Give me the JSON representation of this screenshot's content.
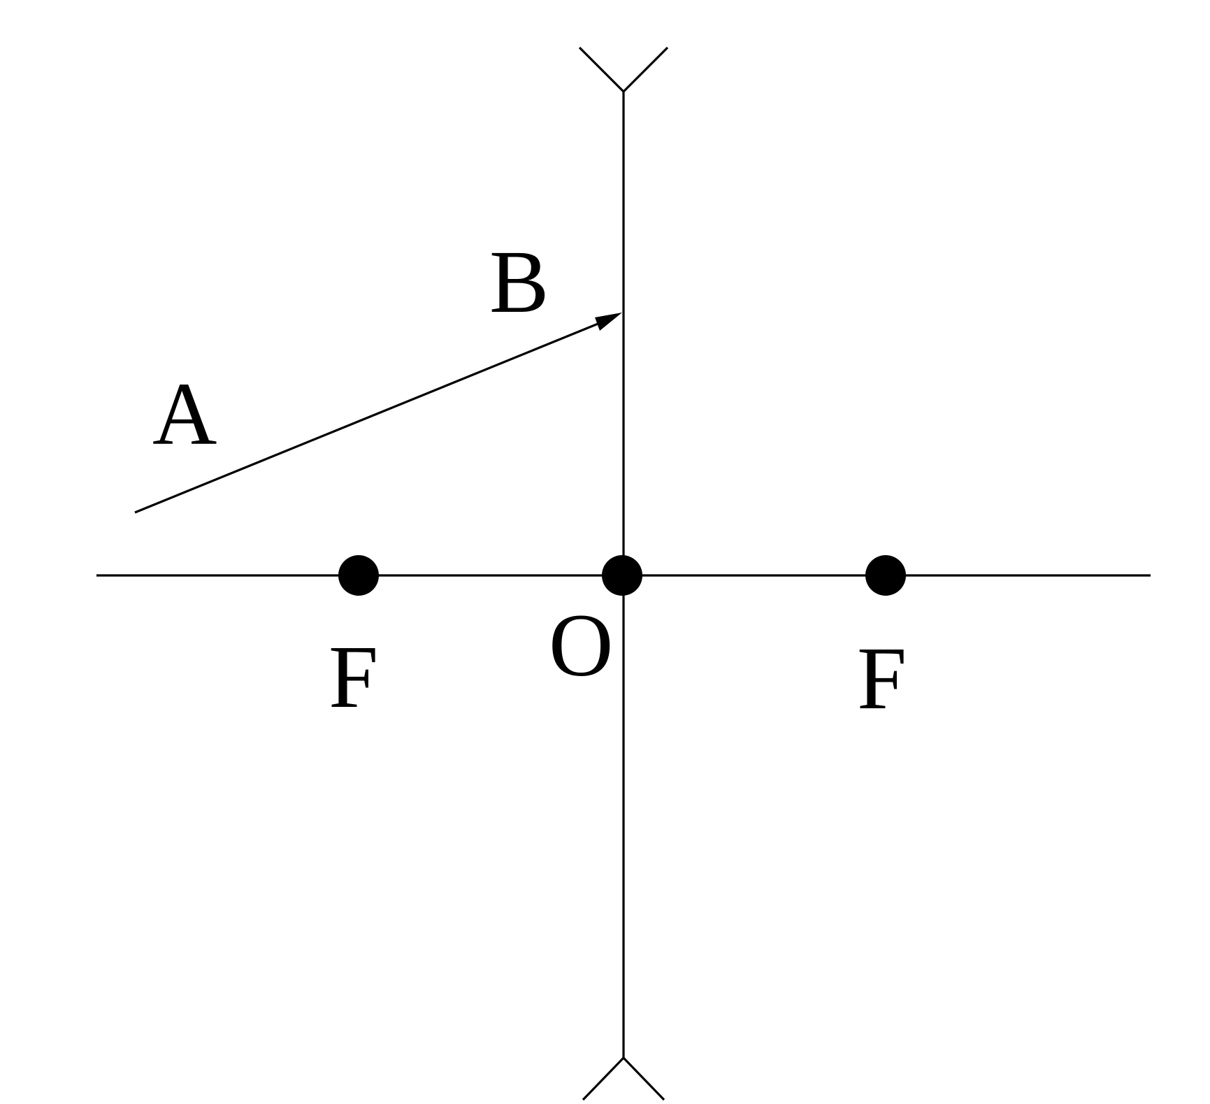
{
  "labels": {
    "ray_start": "A",
    "ray_end": "B",
    "optical_center": "O",
    "focus_left": "F",
    "focus_right": "F"
  },
  "colors": {
    "ink": "#000000",
    "background": "#ffffff"
  },
  "lens": {
    "type": "concave",
    "symbol": "diverging-lens-icon"
  }
}
